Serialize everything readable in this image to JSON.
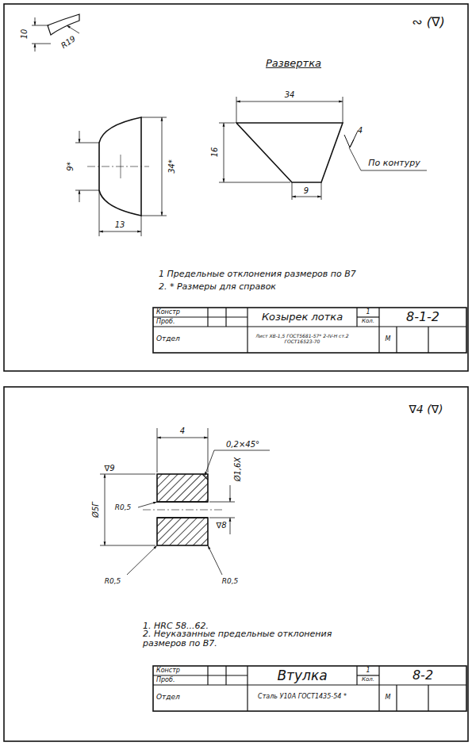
{
  "diagram": {
    "labels": [
      "∾ (∇)",
      "10",
      "R19",
      "9*",
      "34*",
      "13",
      "Развертка",
      "34",
      "16",
      "4",
      "По контуру",
      "9",
      "1  Предельные отклонения размеров по В7",
      "2. * Размеры для справок",
      "Констр",
      "Проб.",
      "Отдел",
      "Козырек лотка",
      "1",
      "Кол.",
      "8-1-2",
      "Лист ХВ-1,5 ГОСТ5681-57* 2-IV-Н ст.2 ГОСТ16523-70",
      "М",
      "∇4 (∇)",
      "4",
      "0,2×45°",
      "∇9",
      "Ø5Г",
      "R0,5",
      "Ø1,6Х",
      "∇8",
      "R0,5",
      "R0,5",
      "1. HRC 58...62.",
      "2. Неуказанные предельные отклонения размеров по В7.",
      "Констр",
      "Проб.",
      "Отдел",
      "Втулка",
      "1",
      "Кол.",
      "8-2",
      "Сталь У10А ГОСТ1435-54 *",
      "М"
    ]
  }
}
